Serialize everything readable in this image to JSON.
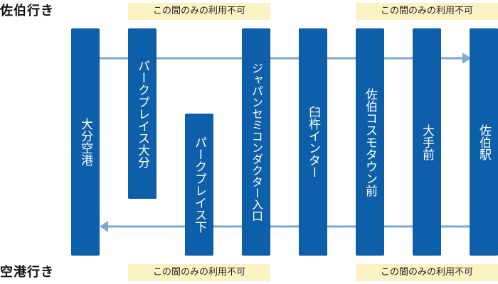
{
  "directions": {
    "top_label": "佐伯行き",
    "bottom_label": "空港行き"
  },
  "notes": {
    "top_left": "この間のみの利用不可",
    "top_right": "この間のみの利用不可",
    "bottom_left": "この間のみの利用不可",
    "bottom_right": "この間のみの利用不可"
  },
  "stops": [
    {
      "name": "大分空港"
    },
    {
      "name": "パークプレイス大分"
    },
    {
      "name": "パークプレイス下"
    },
    {
      "name": "ジャパンセミコンダクター入口"
    },
    {
      "name": "臼杵インター"
    },
    {
      "name": "佐伯コスモタウン前"
    },
    {
      "name": "大手前"
    },
    {
      "name": "佐伯駅"
    }
  ],
  "colors": {
    "stop_fill": "#0e5fa9",
    "line": "#7ea9cf",
    "note_fill": "#fbf2c4"
  }
}
